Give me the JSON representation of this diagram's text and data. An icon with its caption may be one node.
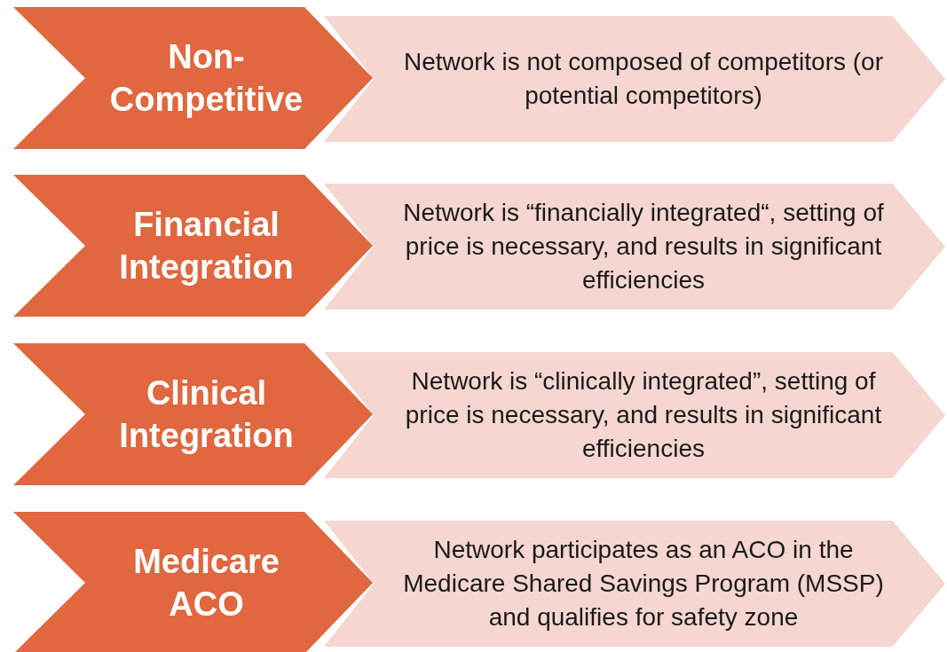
{
  "diagram": {
    "nodes": [
      {
        "text": [
          "Non-Competitive"
        ]
      },
      {
        "text": [
          "Network is not composed of competitors (or potential competitors)"
        ]
      },
      {
        "text": [
          "Financial Integration"
        ]
      },
      {
        "text": [
          "Network is “financially integrated“, setting of price is necessary, and results in significant efficiencies"
        ]
      },
      {
        "text": [
          "Clinical Integration"
        ]
      },
      {
        "text": [
          "Network is “clinically integrated”, setting of price is necessary, and results in significant efficiencies"
        ]
      },
      {
        "text": [
          "Medicare ACO"
        ]
      },
      {
        "text": [
          "Network participates as an ACO in the Medicare Shared Savings Program (MSSP) and qualifies for safety zone"
        ]
      }
    ]
  }
}
